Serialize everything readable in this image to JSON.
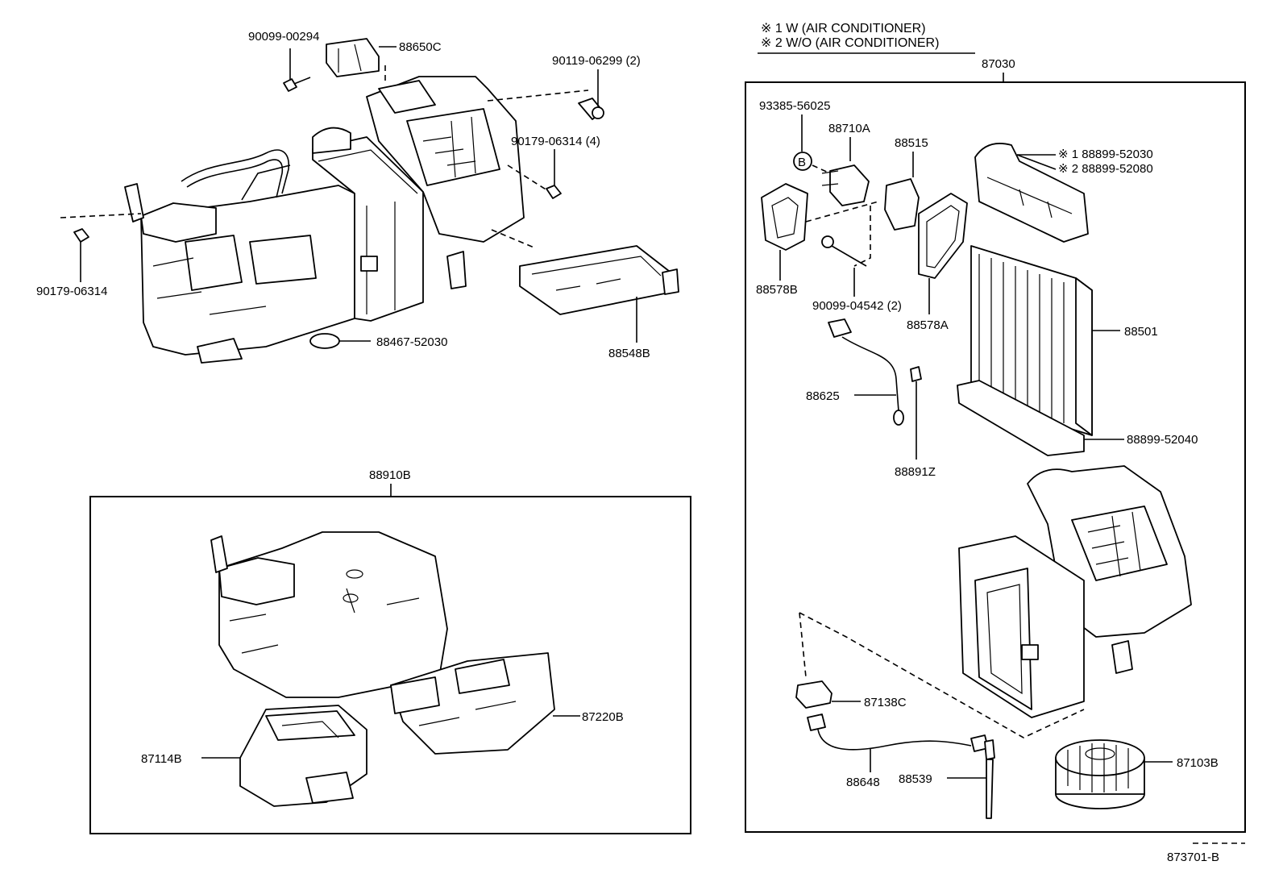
{
  "legend": {
    "note1": "※ 1  W (AIR CONDITIONER)",
    "note2": "※ 2  W/O (AIR CONDITIONER)"
  },
  "callouts": {
    "p90099_00294": "90099-00294",
    "p88650C": "88650C",
    "p90119_06299": "90119-06299 (2)",
    "p90179_06314_4": "90179-06314 (4)",
    "p90179_06314": "90179-06314",
    "p88467_52030": "88467-52030",
    "p88548B": "88548B",
    "p88910B": "88910B",
    "p87220B": "87220B",
    "p87114B": "87114B",
    "p87030": "87030",
    "p93385_56025": "93385-56025",
    "p88710A": "88710A",
    "p88515": "88515",
    "p88899_52030": "※ 1  88899-52030",
    "p88899_52080": "※ 2  88899-52080",
    "p88578B": "88578B",
    "p90099_04542": "90099-04542 (2)",
    "p88578A": "88578A",
    "p88501": "88501",
    "p88625": "88625",
    "p88899_52040": "88899-52040",
    "p88891Z": "88891Z",
    "p87138C": "87138C",
    "p88648": "88648",
    "p88539": "88539",
    "p87103B": "87103B",
    "ref_b": "B"
  },
  "figure_id": "873701-B"
}
